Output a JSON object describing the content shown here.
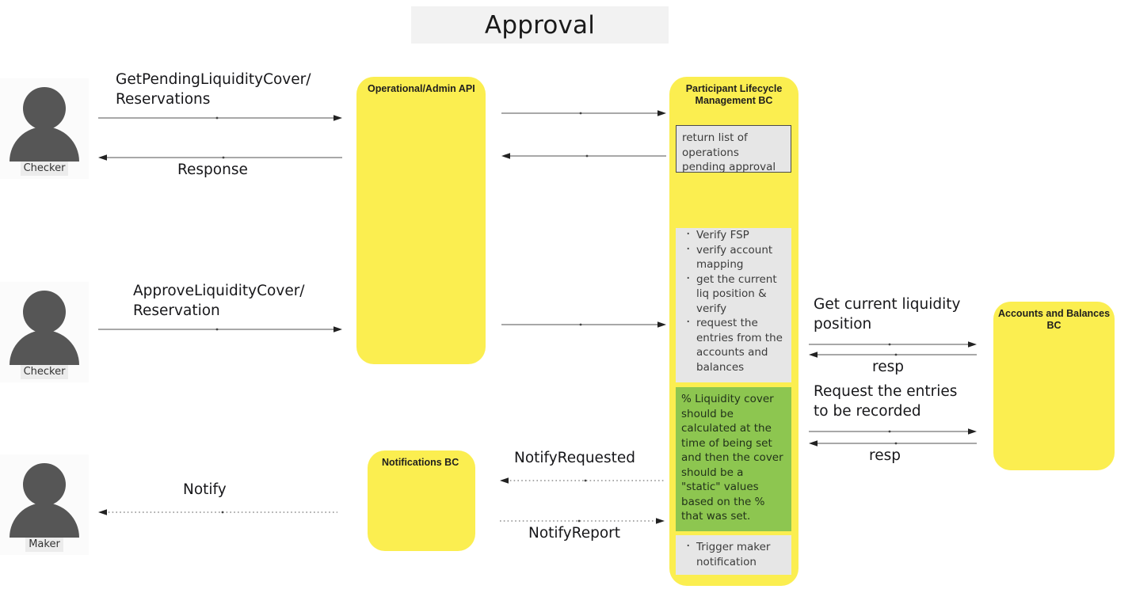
{
  "diagram": {
    "title": "Approval",
    "colors": {
      "box_fill": "#fbee50",
      "note_gray": "#e6e6e6",
      "note_green": "#8dc650",
      "title_banner": "#f2f2f2",
      "actor_fill": "#565656",
      "arrow": "#666666"
    }
  },
  "actors": [
    {
      "name": "checker-top",
      "label": "Checker"
    },
    {
      "name": "checker-middle",
      "label": "Checker"
    },
    {
      "name": "maker-bottom",
      "label": "Maker"
    }
  ],
  "lifelines": [
    {
      "name": "operational-admin-api",
      "title": "Operational/Admin API"
    },
    {
      "name": "participant-lifecycle-management-bc",
      "title": "Participant Lifecycle\nManagement BC"
    },
    {
      "name": "notifications-bc",
      "title": "Notifications BC"
    },
    {
      "name": "accounts-and-balances-bc",
      "title": "Accounts and Balances\nBC"
    }
  ],
  "notes": {
    "return_list": "return list of operations pending approval",
    "verify_steps": [
      "Verify FSP",
      "verify account mapping",
      "get the current liq position & verify",
      "request the entries from the accounts and balances"
    ],
    "liquidity_cover": "% Liquidity cover should be calculated at the time of being set and then the cover should be a \"static\" values based on the % that was set.",
    "trigger_maker": [
      "Trigger maker notification"
    ]
  },
  "messages": [
    {
      "name": "get-pending-liquidity-cover",
      "label": "GetPendingLiquidityCover/\nReservations",
      "direction": "right",
      "style": "solid"
    },
    {
      "name": "response",
      "label": "Response",
      "direction": "left",
      "style": "solid"
    },
    {
      "name": "api-to-plm-request",
      "label": "",
      "direction": "right",
      "style": "solid"
    },
    {
      "name": "plm-to-api-response",
      "label": "",
      "direction": "left",
      "style": "solid"
    },
    {
      "name": "approve-liquidity-cover",
      "label": "ApproveLiquidityCover/\nReservation",
      "direction": "right",
      "style": "solid"
    },
    {
      "name": "api-to-plm-approve",
      "label": "",
      "direction": "right",
      "style": "solid"
    },
    {
      "name": "get-current-liquidity-position",
      "label": "Get current liquidity\nposition",
      "direction": "right",
      "style": "solid"
    },
    {
      "name": "resp-liquidity",
      "label": "resp",
      "direction": "left",
      "style": "solid"
    },
    {
      "name": "request-entries-recorded",
      "label": "Request the entries\nto be recorded",
      "direction": "right",
      "style": "solid"
    },
    {
      "name": "resp-entries",
      "label": "resp",
      "direction": "left",
      "style": "solid"
    },
    {
      "name": "notify-requested",
      "label": "NotifyRequested",
      "direction": "left",
      "style": "dotted"
    },
    {
      "name": "notify-report",
      "label": "NotifyReport",
      "direction": "right",
      "style": "dotted"
    },
    {
      "name": "notify",
      "label": "Notify",
      "direction": "left",
      "style": "dotted"
    }
  ]
}
